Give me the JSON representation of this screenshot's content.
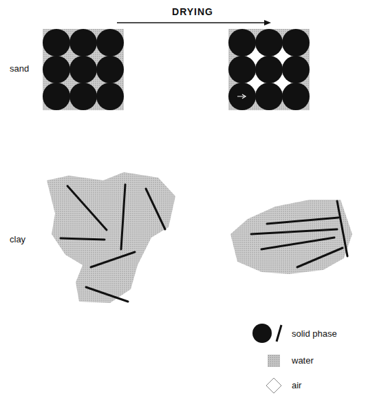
{
  "diagram": {
    "title": "DRYING",
    "labels": [
      "sand",
      "clay"
    ],
    "legend": [
      {
        "text": "solid phase"
      },
      {
        "text": "water",
        "color": "#c4c4c4"
      },
      {
        "text": "air"
      }
    ]
  }
}
